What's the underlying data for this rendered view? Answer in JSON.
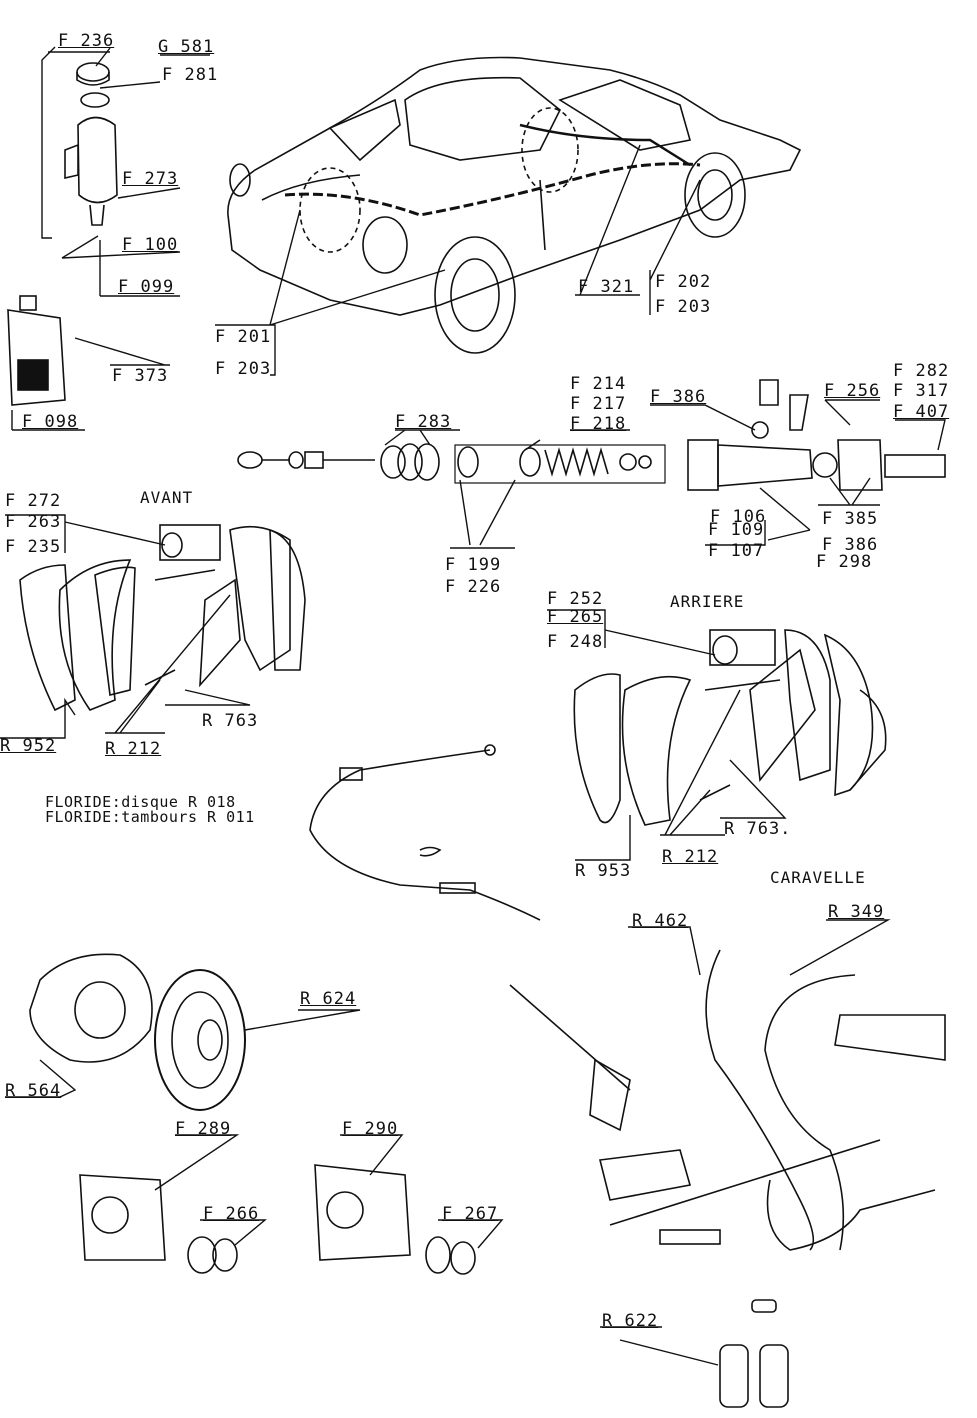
{
  "colors": {
    "ink": "#111111",
    "paper": "#ffffff"
  },
  "sections": {
    "avant": "AVANT",
    "arriere": "ARRIERE",
    "caravelle": "CARAVELLE"
  },
  "notes": {
    "line1": "FLORIDE:disque R 018",
    "line2": "FLORIDE:tambours R 011"
  },
  "part_labels": [
    "F 236",
    "G 581",
    "F 281",
    "F 273",
    "F 100",
    "F 099",
    "F 373",
    "F 098",
    "F 201",
    "F 203",
    "F 321",
    "F 202",
    "F 203",
    "F 283",
    "F 214",
    "F 217",
    "F 218",
    "F 386",
    "F 256",
    "F 282",
    "F 317",
    "F 407",
    "F 385",
    "F 386",
    "F 298",
    "F 106",
    "F 109",
    "F 107",
    "F 199",
    "F 226",
    "F 272",
    "F 263",
    "F 235",
    "R 952",
    "R 212",
    "R 763",
    "F 252",
    "F 265",
    "F 248",
    "R 953",
    "R 212",
    "R 763.",
    "R 462",
    "R 349",
    "R 624",
    "R 564",
    "F 289",
    "F 290",
    "F 266",
    "F 267",
    "R 622"
  ]
}
